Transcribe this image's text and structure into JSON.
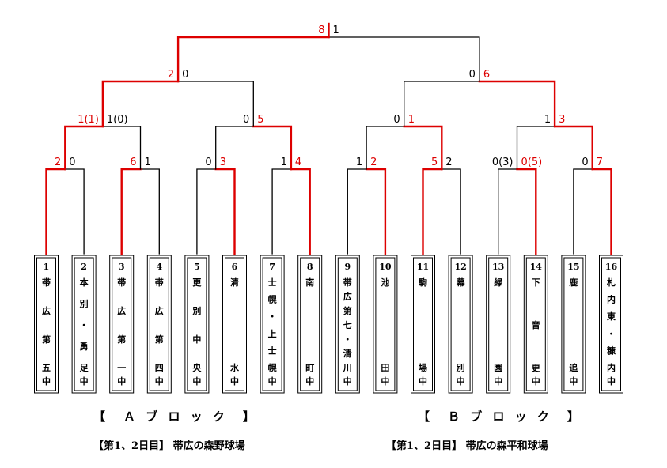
{
  "colors": {
    "win": "#dd0000",
    "lose": "#000000"
  },
  "teams": [
    {
      "num": "1",
      "name": "帯広第五中"
    },
    {
      "num": "2",
      "name": "本別・勇足中"
    },
    {
      "num": "3",
      "name": "帯広第一中"
    },
    {
      "num": "4",
      "name": "帯広第四中"
    },
    {
      "num": "5",
      "name": "更別中央中"
    },
    {
      "num": "6",
      "name": "清水中"
    },
    {
      "num": "7",
      "name": "士幌・上士幌中"
    },
    {
      "num": "8",
      "name": "南町中"
    },
    {
      "num": "9",
      "name": "帯広第七・清川中"
    },
    {
      "num": "10",
      "name": "池田中"
    },
    {
      "num": "11",
      "name": "駒場中"
    },
    {
      "num": "12",
      "name": "幕別中"
    },
    {
      "num": "13",
      "name": "緑園中"
    },
    {
      "num": "14",
      "name": "下音更中"
    },
    {
      "num": "15",
      "name": "鹿追中"
    },
    {
      "num": "16",
      "name": "札内東・糠内中"
    }
  ],
  "matches": [
    {
      "id": "r1m1",
      "round": 1,
      "a": "t1",
      "b": "t2",
      "score_a": "2",
      "score_b": "0",
      "winner": "a"
    },
    {
      "id": "r1m2",
      "round": 1,
      "a": "t3",
      "b": "t4",
      "score_a": "6",
      "score_b": "1",
      "winner": "a"
    },
    {
      "id": "r1m3",
      "round": 1,
      "a": "t5",
      "b": "t6",
      "score_a": "0",
      "score_b": "3",
      "winner": "b"
    },
    {
      "id": "r1m4",
      "round": 1,
      "a": "t7",
      "b": "t8",
      "score_a": "1",
      "score_b": "4",
      "winner": "b"
    },
    {
      "id": "r1m5",
      "round": 1,
      "a": "t9",
      "b": "t10",
      "score_a": "1",
      "score_b": "2",
      "winner": "b"
    },
    {
      "id": "r1m6",
      "round": 1,
      "a": "t11",
      "b": "t12",
      "score_a": "5",
      "score_b": "2",
      "winner": "a"
    },
    {
      "id": "r1m7",
      "round": 1,
      "a": "t13",
      "b": "t14",
      "score_a": "0(3)",
      "score_b": "0(5)",
      "winner": "b"
    },
    {
      "id": "r1m8",
      "round": 1,
      "a": "t15",
      "b": "t16",
      "score_a": "0",
      "score_b": "7",
      "winner": "b"
    },
    {
      "id": "r2m1",
      "round": 2,
      "a": "r1m1",
      "b": "r1m2",
      "score_a": "1(1)",
      "score_b": "1(0)",
      "winner": "a"
    },
    {
      "id": "r2m2",
      "round": 2,
      "a": "r1m3",
      "b": "r1m4",
      "score_a": "0",
      "score_b": "5",
      "winner": "b"
    },
    {
      "id": "r2m3",
      "round": 2,
      "a": "r1m5",
      "b": "r1m6",
      "score_a": "0",
      "score_b": "1",
      "winner": "b"
    },
    {
      "id": "r2m4",
      "round": 2,
      "a": "r1m7",
      "b": "r1m8",
      "score_a": "1",
      "score_b": "3",
      "winner": "b"
    },
    {
      "id": "r3m1",
      "round": 3,
      "a": "r2m1",
      "b": "r2m2",
      "score_a": "2",
      "score_b": "0",
      "winner": "a"
    },
    {
      "id": "r3m2",
      "round": 3,
      "a": "r2m3",
      "b": "r2m4",
      "score_a": "0",
      "score_b": "6",
      "winner": "b"
    },
    {
      "id": "final",
      "round": 4,
      "a": "r3m1",
      "b": "r3m2",
      "score_a": "8",
      "score_b": "1",
      "winner": "a"
    }
  ],
  "blocks": {
    "a": {
      "title": "【　Ａ ブ ロ ッ ク　】",
      "venue": "【第1、2日目】 帯広の森野球場"
    },
    "b": {
      "title": "【　Ｂ ブ ロ ッ ク　】",
      "venue": "【第1、2日目】 帯広の森平和球場"
    }
  }
}
